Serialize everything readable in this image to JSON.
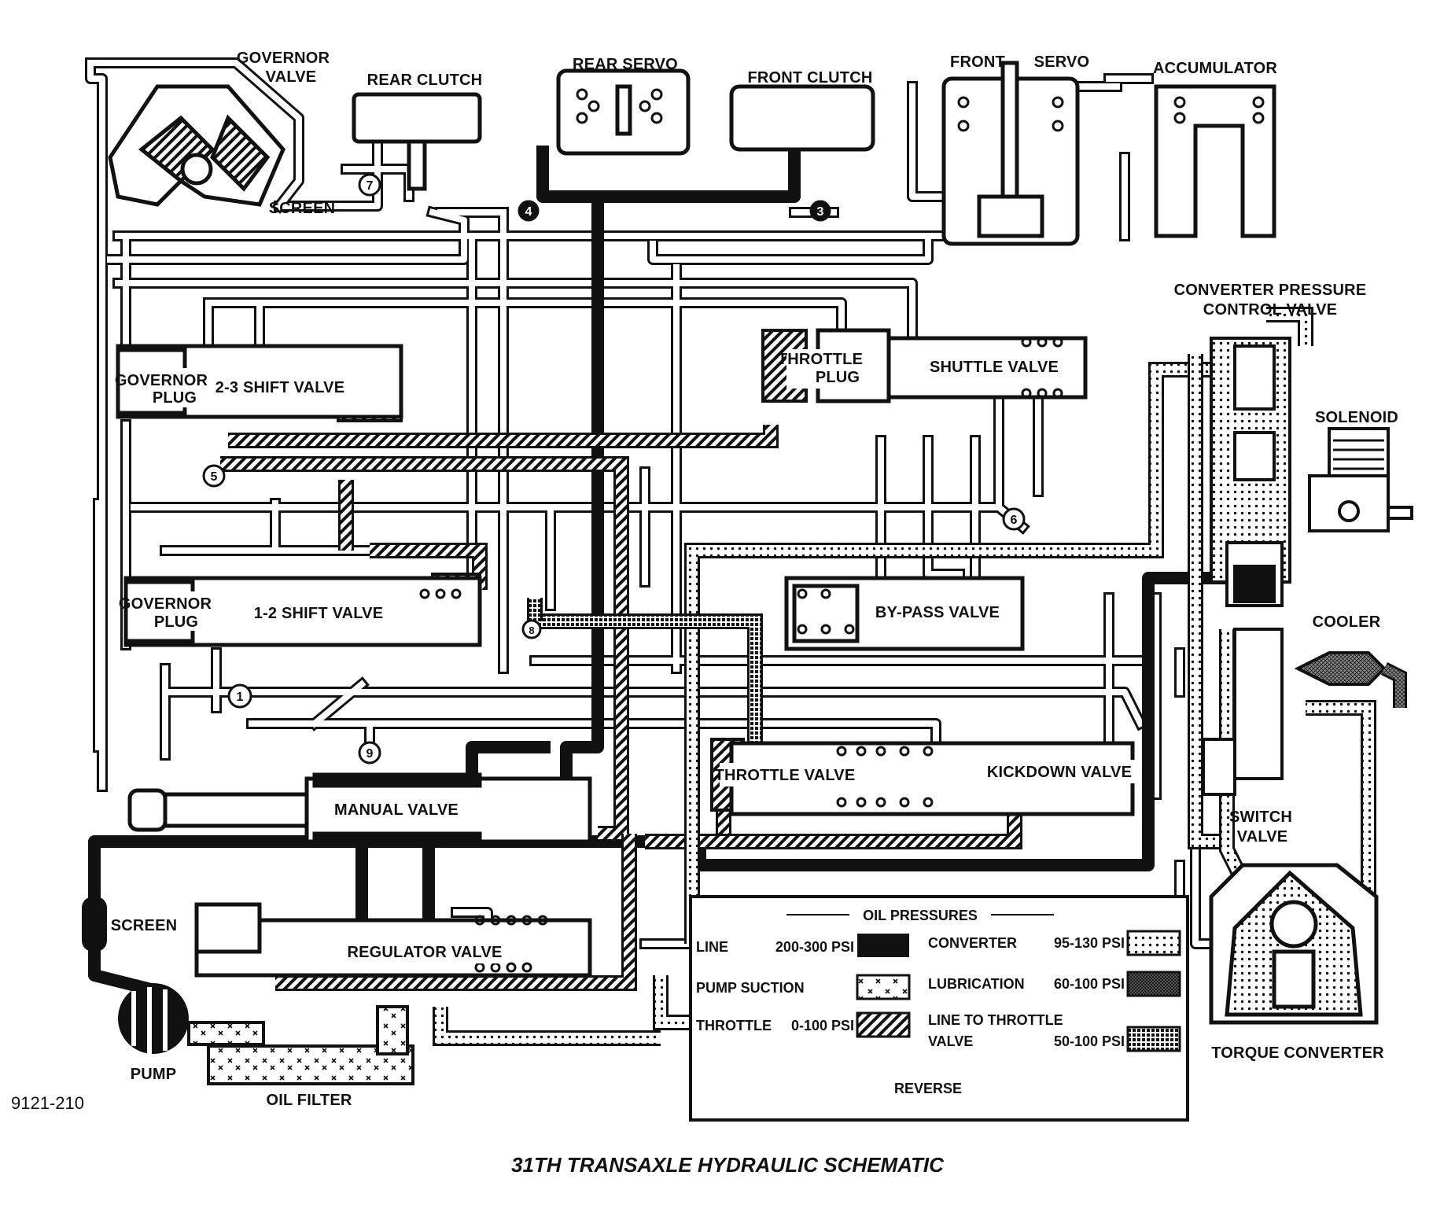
{
  "figure_id": "9121-210",
  "caption": "31TH TRANSAXLE HYDRAULIC SCHEMATIC",
  "components": {
    "governor_valve": [
      "GOVERNOR",
      "VALVE"
    ],
    "rear_clutch": "REAR CLUTCH",
    "rear_servo": "REAR SERVO",
    "front_clutch": "FRONT CLUTCH",
    "front_servo_left": "FRONT",
    "front_servo_right": "SERVO",
    "accumulator": "ACCUMULATOR",
    "screen_top": "SCREEN",
    "converter_pressure_control_valve": [
      "CONVERTER PRESSURE",
      "CONTROL VALVE"
    ],
    "solenoid": "SOLENOID",
    "governor_plug_top": [
      "GOVERNOR",
      "PLUG"
    ],
    "shift_2_3": "2-3 SHIFT VALVE",
    "throttle_plug": [
      "THROTTLE",
      "PLUG"
    ],
    "shuttle_valve": "SHUTTLE VALVE",
    "governor_plug_bottom": [
      "GOVERNOR",
      "PLUG"
    ],
    "shift_1_2": "1-2 SHIFT VALVE",
    "by_pass_valve": "BY-PASS VALVE",
    "cooler": "COOLER",
    "throttle_valve": "THROTTLE VALVE",
    "kickdown_valve": "KICKDOWN VALVE",
    "manual_valve": "MANUAL VALVE",
    "switch_valve": [
      "SWITCH",
      "VALVE"
    ],
    "screen_bottom": "SCREEN",
    "regulator_valve": "REGULATOR VALVE",
    "pump": "PUMP",
    "oil_filter": "OIL FILTER",
    "torque_converter": "TORQUE CONVERTER"
  },
  "circuit_numbers": [
    "1",
    "3",
    "4",
    "5",
    "6",
    "7",
    "8",
    "9"
  ],
  "legend": {
    "title": "OIL PRESSURES",
    "mode": "REVERSE",
    "entries": [
      {
        "name": "LINE",
        "range": "200-300 PSI",
        "pattern": "solid"
      },
      {
        "name": "PUMP SUCTION",
        "range": "",
        "pattern": "x-marks"
      },
      {
        "name": "THROTTLE",
        "range": "0-100 PSI",
        "pattern": "hatch"
      },
      {
        "name": "CONVERTER",
        "range": "95-130 PSI",
        "pattern": "dots"
      },
      {
        "name": "LUBRICATION",
        "range": "60-100 PSI",
        "pattern": "crosshatch"
      },
      {
        "name": "LINE TO THROTTLE",
        "name2": "VALVE",
        "range": "50-100 PSI",
        "pattern": "grid"
      }
    ]
  }
}
